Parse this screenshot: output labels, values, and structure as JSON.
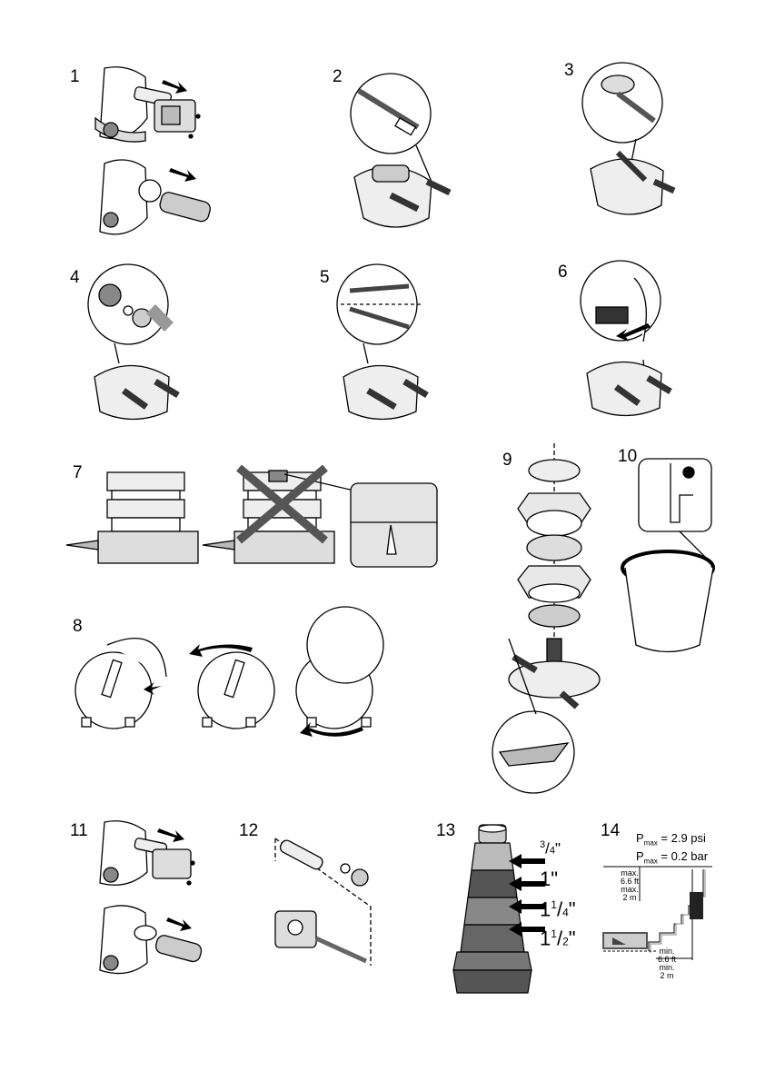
{
  "steps": [
    {
      "id": 1,
      "label": "1"
    },
    {
      "id": 2,
      "label": "2"
    },
    {
      "id": 3,
      "label": "3"
    },
    {
      "id": 4,
      "label": "4"
    },
    {
      "id": 5,
      "label": "5"
    },
    {
      "id": 6,
      "label": "6"
    },
    {
      "id": 7,
      "label": "7"
    },
    {
      "id": 8,
      "label": "8"
    },
    {
      "id": 9,
      "label": "9"
    },
    {
      "id": 10,
      "label": "10"
    },
    {
      "id": 11,
      "label": "11"
    },
    {
      "id": 12,
      "label": "12"
    },
    {
      "id": 13,
      "label": "13"
    },
    {
      "id": 14,
      "label": "14"
    }
  ],
  "step13": {
    "sizes": [
      {
        "whole": "",
        "num": "3",
        "den": "4",
        "unit": "\""
      },
      {
        "whole": "1",
        "num": "",
        "den": "",
        "unit": "\""
      },
      {
        "whole": "1",
        "num": "1",
        "den": "4",
        "unit": "\""
      },
      {
        "whole": "1",
        "num": "1",
        "den": "2",
        "unit": "\""
      }
    ]
  },
  "step14": {
    "pressure": [
      {
        "symbol": "P",
        "sub": "max",
        "value": "= 2.9 psi"
      },
      {
        "symbol": "P",
        "sub": "max",
        "value": "= 0.2 bar"
      }
    ],
    "height_label": [
      "max.",
      "6.6 ft",
      "max.",
      "2 m"
    ],
    "distance_label": [
      "min.",
      "6.6 ft",
      "min.",
      "2 m"
    ]
  }
}
